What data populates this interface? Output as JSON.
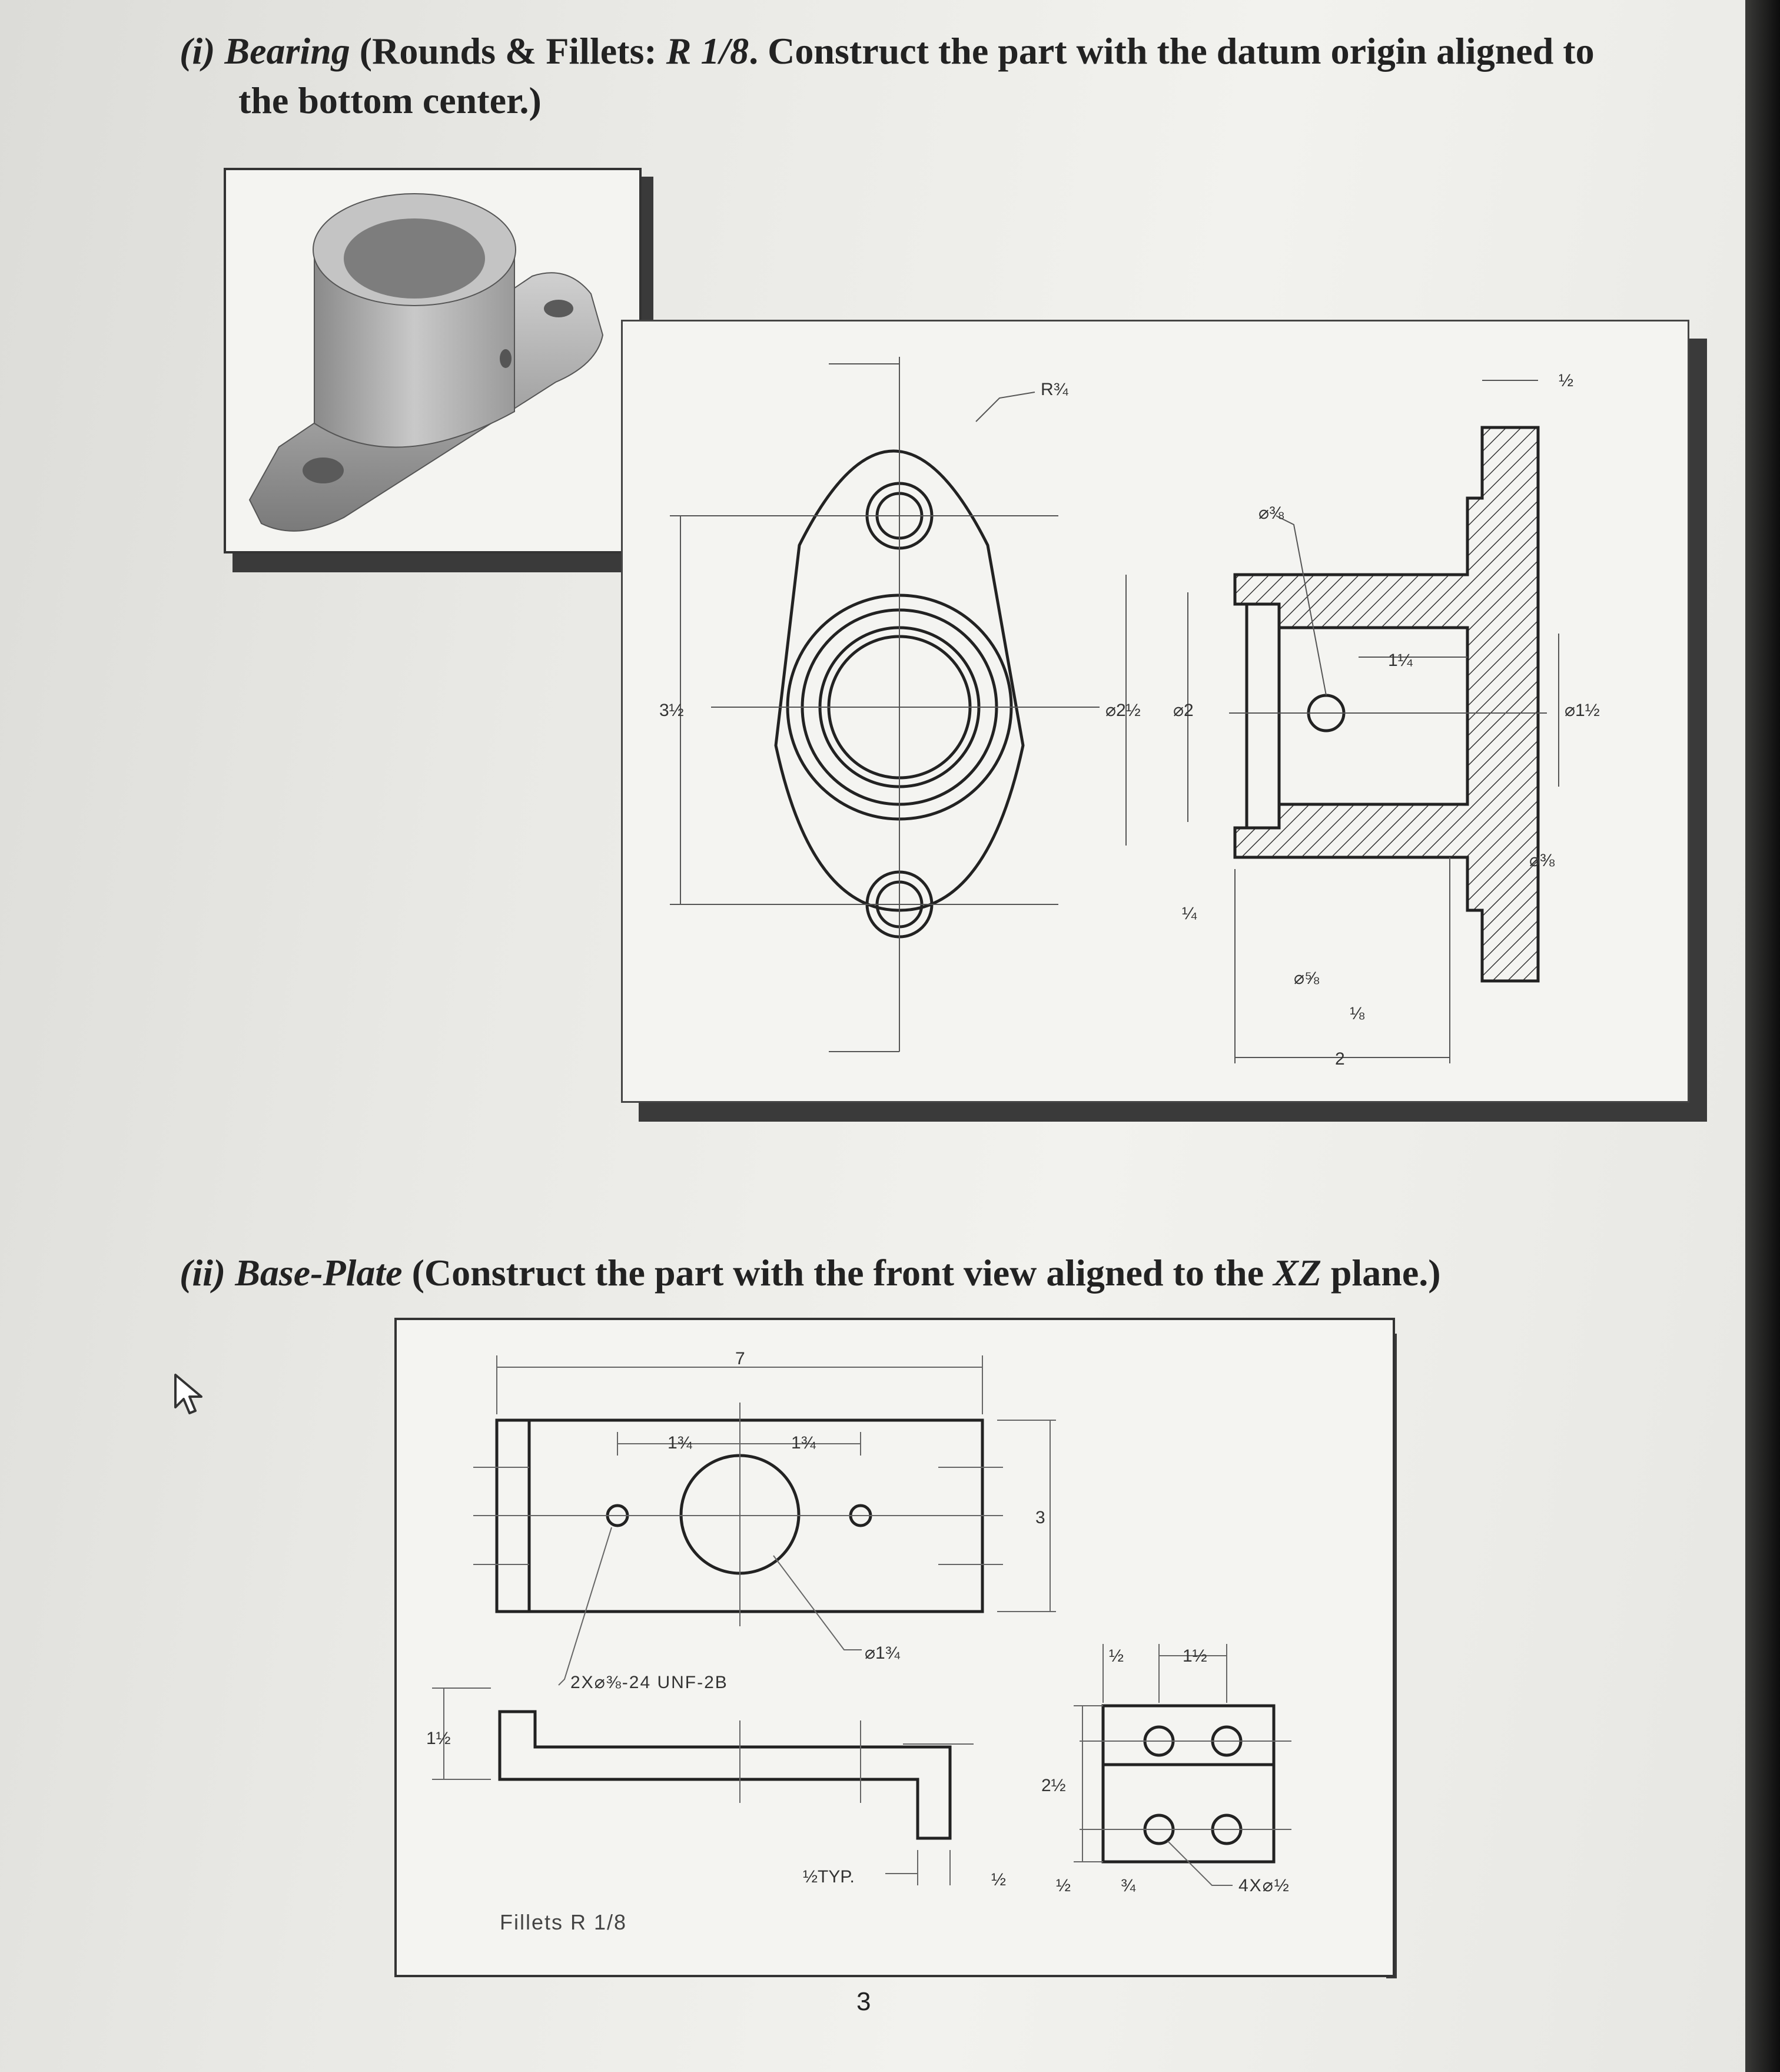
{
  "part1": {
    "number": "(i)",
    "name": "Bearing",
    "desc_a": " (Rounds & Fillets: ",
    "desc_r": "R 1/8",
    "desc_b": ". Construct the part with the datum origin aligned to",
    "desc_c": "the bottom center.)",
    "dims": {
      "height": "3½",
      "top_radius": "R¾",
      "dia_outer": "⌀2½",
      "dia_inner": "⌀2",
      "small_hole": "⌀⅜",
      "offset": "1¼",
      "right_dia": "⌀1½",
      "top_wall": "½",
      "counterbore": "⌀⅝",
      "bottom_step": "⅛",
      "left_wall": "¼",
      "right_small": "⌀⅜",
      "depth": "2"
    }
  },
  "part2": {
    "number": "(ii)",
    "name": "Base-Plate",
    "desc_a": " (Construct the part with the front view aligned to the ",
    "desc_b": "XZ",
    "desc_c": " plane.)",
    "dims": {
      "width": "7",
      "left_spacing": "1¾",
      "right_spacing": "1¾",
      "height": "3",
      "thread_note": "2X⌀⅜-24 UNF-2B",
      "bore": "⌀1¾",
      "left_height": "1½",
      "fillets": "Fillets R 1/8",
      "typ": "½TYP.",
      "half": "½",
      "side_top": "½",
      "side_spacing": "1½",
      "side_height": "2½",
      "side_half": "½",
      "side_three_q": "¾",
      "holes": "4X⌀½"
    }
  },
  "page_number": "3"
}
